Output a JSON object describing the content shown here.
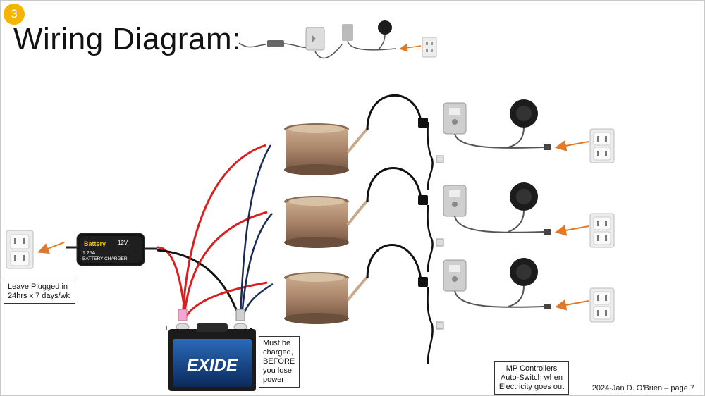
{
  "slide": {
    "number": "3",
    "title": "Wiring Diagram:",
    "footer": "2024-Jan   D. O'Brien – page 7"
  },
  "notes": {
    "outlet_note": "Leave Plugged in 24hrs x 7 days/wk",
    "battery_note": "Must be charged, BEFORE you lose power",
    "controller_note": "MP Controllers Auto-Switch when Electricity goes out"
  },
  "terminals": {
    "positive": "+",
    "negative": "-"
  },
  "charger": {
    "capacity": "12V",
    "rating": "1.25A",
    "label": "BATTERY CHARGER"
  },
  "battery": {
    "brand": "EXIDE"
  },
  "colors": {
    "positive_wire": "#d91f1f",
    "negative_wire": "#1a2a55",
    "arrow": "#e07a2a",
    "badge": "#f4b400"
  }
}
